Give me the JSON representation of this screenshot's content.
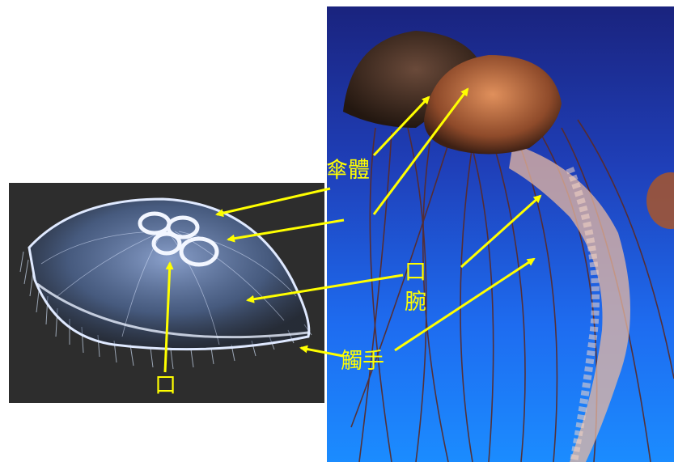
{
  "labels": {
    "umbrella": "傘體",
    "mouth_right": "口",
    "oral_arm": "腕",
    "tentacles": "觸手",
    "mouth_left": "口"
  },
  "colors": {
    "annotation": "#ffff00",
    "left_background": "#2d2d2d",
    "right_background": "#1e6cf0"
  }
}
